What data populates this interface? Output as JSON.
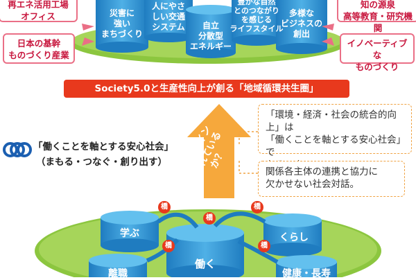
{
  "top_pillars": [
    {
      "label": "災害に\n強い\nまちづくり"
    },
    {
      "label": "人にやさ\nしい交通\nシステム"
    },
    {
      "label": "自立\n分散型\nエネルギー"
    },
    {
      "label": "豊かな自然\nとのつながり\nを感じる\nライフスタイル"
    },
    {
      "label": "多様な\nビジネスの\n創出"
    }
  ],
  "left_boxes": [
    {
      "label": "再エネ活用工場\nオフィス"
    },
    {
      "label": "日本の基幹\nものづくり産業"
    }
  ],
  "right_boxes": [
    {
      "label": "知の源泉\n高等教育・研究機関"
    },
    {
      "label": "イノベーティブな\nものづくり"
    }
  ],
  "banner": "Society5.0と生産性向上が創る「地域循環共生圏」",
  "arrow_text": "ビルトイン\nされているか？",
  "notes": [
    "「環境・経済・社会の統合的向上」は\n「働くことを軸とする安心社会」で\nあるべき。",
    "関係各主体の連携と協力に\n欠かせない社会対話。"
  ],
  "left_heading": {
    "line1": "「働くことを軸とする安心社会」",
    "line2": "（まもる・つなぐ・創り出す）"
  },
  "bridge_label": "橋",
  "bottom_pillars": {
    "manabu": "学ぶ",
    "hataraku": "働く",
    "kurashi": "くらし",
    "ritsushoku": "離職",
    "kenko": "健康・長寿"
  },
  "colors": {
    "green": "#8cc63f",
    "cylinder_blue": "#2a8fd0",
    "pink": "#ea6f86",
    "red": "#e8391d",
    "arrow_orange": "#f6a83c"
  }
}
